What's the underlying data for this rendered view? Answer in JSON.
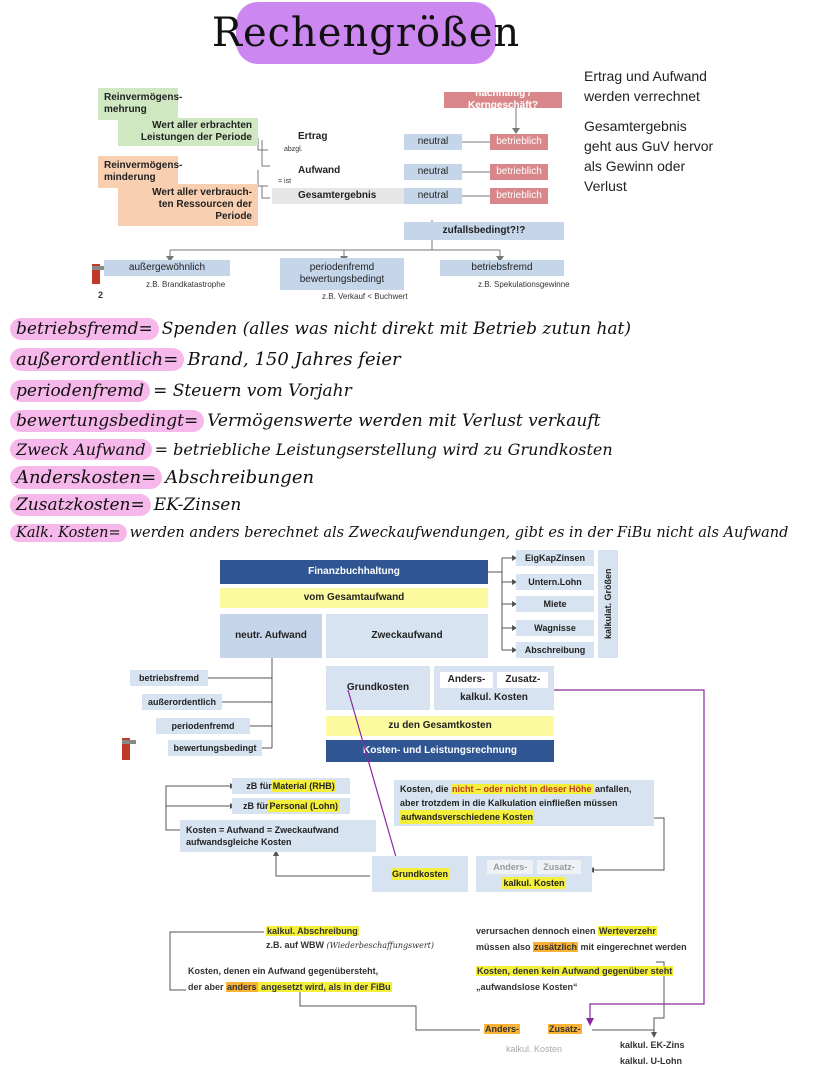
{
  "title": "Rechengrößen",
  "side_notes": {
    "note1_line1": "Ertrag und Aufwand",
    "note1_line2": "werden verrechnet",
    "note2_line1": "Gesamtergebnis",
    "note2_line2": "geht aus GuV hervor",
    "note2_line3": "als Gewinn oder",
    "note2_line4": "Verlust"
  },
  "diagram1": {
    "reinverm_mehrung": "Reinvermögens-\nmehrung",
    "wert_erbracht_1": "Wert aller erbrachten",
    "wert_erbracht_2": "Leistungen der Periode",
    "reinverm_minderung": "Reinvermögens-\nminderung",
    "wert_verbraucht_1": "Wert aller verbrauch-",
    "wert_verbraucht_2": "ten Ressourcen der",
    "wert_verbraucht_3": "Periode",
    "ertrag": "Ertrag",
    "abzgl": "abzgl.",
    "aufwand": "Aufwand",
    "ist": "= ist",
    "gesamtergebnis": "Gesamtergebnis",
    "neutral": "neutral",
    "betrieblich": "betrieblich",
    "nachhaltig": "nachhaltig / Kerngeschäft?",
    "zufallsbedingt": "zufallsbedingt?!?",
    "ausser": "außergewöhnlich",
    "ausser_example": "z.B. Brandkatastrophe",
    "periodenfremd": "periodenfremd",
    "bewertungsbedingt": "bewertungsbedingt",
    "perioden_example": "z.B. Verkauf < Buchwert",
    "betriebsfremd": "betriebsfremd",
    "betriebsfremd_example": "z.B. Spekulationsgewinne",
    "page_number": "2"
  },
  "handwritten": [
    {
      "term": "betriebsfremd=",
      "def": "Spenden (alles was nicht direkt mit Betrieb zutun hat)"
    },
    {
      "term": "außerordentlich=",
      "def": "Brand, 150 Jahres feier"
    },
    {
      "term": "periodenfremd",
      "def": "= Steuern vom Vorjahr"
    },
    {
      "term": "bewertungsbedingt=",
      "def": "Vermögenswerte werden mit Verlust verkauft"
    },
    {
      "term": "Zweck Aufwand",
      "def": "= betriebliche Leistungserstellung wird zu Grundkosten"
    },
    {
      "term": "Anderskosten=",
      "def": "Abschreibungen"
    },
    {
      "term": "Zusatzkosten=",
      "def": "EK-Zinsen"
    },
    {
      "term": "Kalk. Kosten=",
      "def": "werden anders berechnet als Zweckaufwendungen, gibt es in der FiBu nicht als Aufwand"
    }
  ],
  "diagram2": {
    "finanzbuchhaltung": "Finanzbuchhaltung",
    "vom_gesamtaufwand": "vom Gesamtaufwand",
    "neutr_aufwand": "neutr. Aufwand",
    "zweckaufwand": "Zweckaufwand",
    "kalk_items": [
      "EigKapZinsen",
      "Untern.Lohn",
      "Miete",
      "Wagnisse",
      "Abschreibung"
    ],
    "kalk_groessen": "kalkulat. Größen",
    "neutral_items": [
      "betriebsfremd",
      "außerordentlich",
      "periodenfremd",
      "bewertungsbedingt"
    ],
    "grundkosten": "Grundkosten",
    "anders": "Anders-",
    "zusatz": "Zusatz-",
    "kalkul_kosten": "kalkul. Kosten",
    "zu_den_gesamtkosten": "zu den Gesamtkosten",
    "klr": "Kosten- und Leistungsrechnung"
  },
  "diagram3": {
    "material_pre": "zB für ",
    "material": "Material (RHB)",
    "personal_pre": "zB für ",
    "personal": "Personal (Lohn)",
    "kosten_gleich": "Kosten = Aufwand = Zweckaufwand",
    "aufwandsgleiche": "aufwandsgleiche Kosten",
    "nicht_1a": "Kosten, die ",
    "nicht_1b": "nicht – oder nicht in dieser Höhe",
    "nicht_1c": " anfallen,",
    "nicht_2": "aber trotzdem in die Kalkulation einfließen müssen",
    "aufwandsverschiedene": "aufwandsverschiedene Kosten",
    "grundkosten": "Grundkosten",
    "anders": "Anders-",
    "zusatz": "Zusatz-",
    "kalkul_kosten": "kalkul. Kosten",
    "kalkul_abschreibung": "kalkul. Abschreibung",
    "zb_wbw": "z.B. auf WBW",
    "wiederbeschaffungswert": "(Wiederbeschaffungswert)",
    "kosten_aufwand_1": "Kosten, denen ein Aufwand gegenübersteht,",
    "kosten_aufwand_2a": "der aber ",
    "kosten_aufwand_2b": "anders",
    "kosten_aufwand_2c": " angesetzt wird, als in der FiBu",
    "verursachen_1a": "verursachen dennoch einen ",
    "verursachen_1b": "Werteverzehr",
    "verursachen_2a": "müssen also ",
    "verursachen_2b": "zusätzlich",
    "verursachen_2c": " mit eingerechnet werden",
    "kein_aufwand": "Kosten, denen kein Aufwand gegenüber steht",
    "aufwandslose": "„aufwandslose Kosten“",
    "anders_bottom": "Anders-",
    "zusatz_bottom": "Zusatz-",
    "kalkul_kosten_bottom": "kalkul. Kosten",
    "ek_zins": "kalkul. EK-Zins",
    "u_lohn": "kalkul. U-Lohn"
  },
  "colors": {
    "title_pill": "#cc88f0",
    "highlighter_pink": "#f6b8ea",
    "navy": "#2f5693",
    "yellow": "#fbfa9e",
    "arrow_purple": "#8a2a9e"
  }
}
